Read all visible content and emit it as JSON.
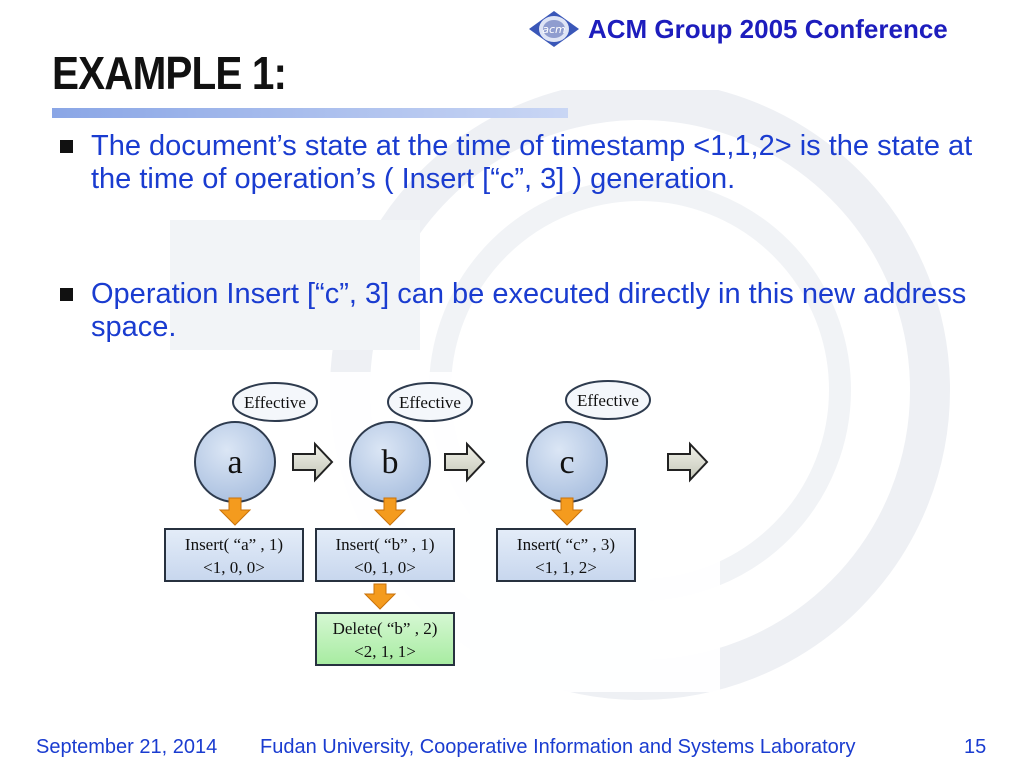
{
  "header": {
    "logo_text": "acm",
    "conference_title": "ACM Group 2005 Conference"
  },
  "slide": {
    "title": "EXAMPLE 1:",
    "bullets": [
      "The document’s state at the time of timestamp <1,1,2> is the state at the time of operation’s ( Insert [“c”, 3] ) generation.",
      "Operation Insert [“c”, 3] can be executed directly in this new address space."
    ]
  },
  "diagram": {
    "effective_label": "Effective",
    "nodes": [
      {
        "letter": "a",
        "operation": "Insert( “a” , 1)",
        "timestamp": "<1, 0, 0>"
      },
      {
        "letter": "b",
        "operation": "Insert( “b” , 1)",
        "timestamp": "<0, 1, 0>"
      },
      {
        "letter": "c",
        "operation": "Insert( “c” , 3)",
        "timestamp": "<1, 1, 2>"
      }
    ],
    "extra_operation": {
      "operation": "Delete( “b” , 2)",
      "timestamp": "<2, 1, 1>"
    }
  },
  "footer": {
    "date": "September 21, 2014",
    "lab": "Fudan University, Cooperative Information and Systems Laboratory",
    "page_number": "15"
  },
  "colors": {
    "accent_blue": "#1a3cd0",
    "circle_fill": "#b5c8e3",
    "arrow_orange": "#f49b1e",
    "green_box": "#a8eca2"
  }
}
